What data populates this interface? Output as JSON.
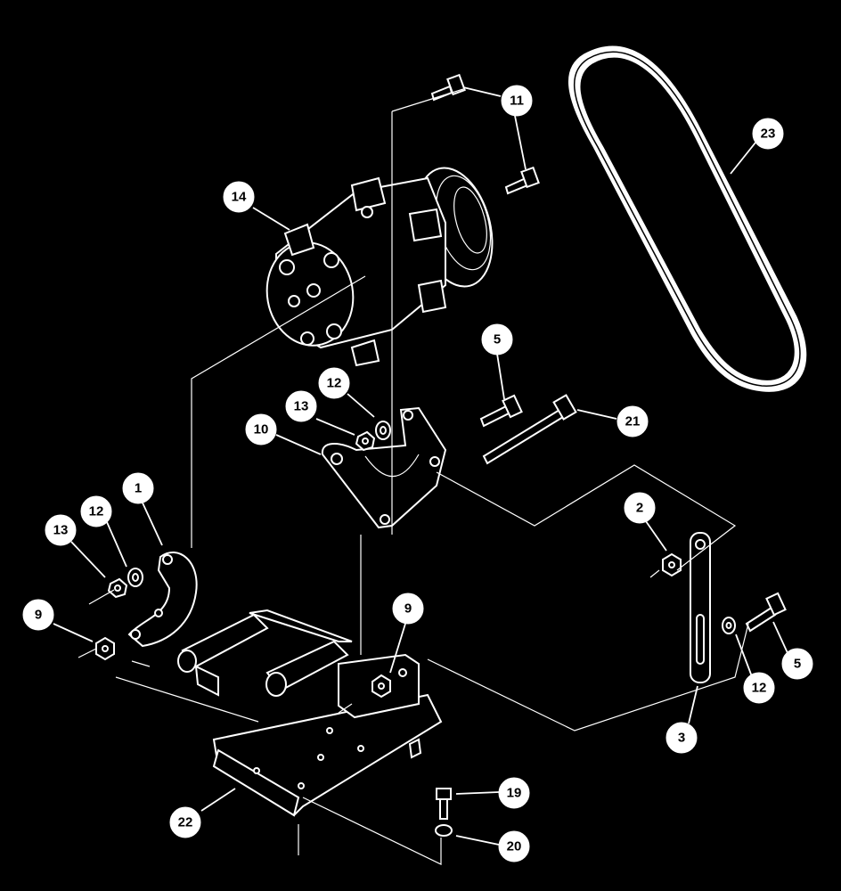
{
  "diagram": {
    "background": "#000000",
    "foreground": "#ffffff",
    "callouts": [
      {
        "id": "c11",
        "label": "11"
      },
      {
        "id": "c23",
        "label": "23"
      },
      {
        "id": "c14",
        "label": "14"
      },
      {
        "id": "c5a",
        "label": "5"
      },
      {
        "id": "c12a",
        "label": "12"
      },
      {
        "id": "c13a",
        "label": "13"
      },
      {
        "id": "c21",
        "label": "21"
      },
      {
        "id": "c10",
        "label": "10"
      },
      {
        "id": "c1",
        "label": "1"
      },
      {
        "id": "c12b",
        "label": "12"
      },
      {
        "id": "c13b",
        "label": "13"
      },
      {
        "id": "c2",
        "label": "2"
      },
      {
        "id": "c9a",
        "label": "9"
      },
      {
        "id": "c9b",
        "label": "9"
      },
      {
        "id": "c5b",
        "label": "5"
      },
      {
        "id": "c12c",
        "label": "12"
      },
      {
        "id": "c3",
        "label": "3"
      },
      {
        "id": "c19",
        "label": "19"
      },
      {
        "id": "c22",
        "label": "22"
      },
      {
        "id": "c20",
        "label": "20"
      }
    ]
  }
}
